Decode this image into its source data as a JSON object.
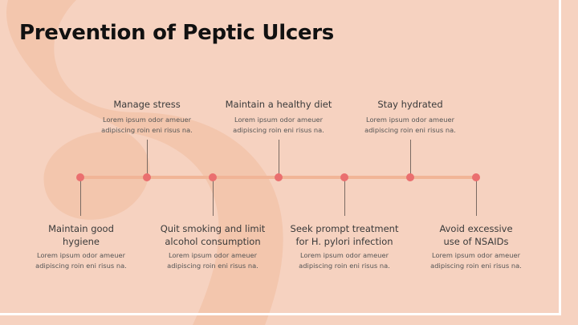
{
  "slide": {
    "title": "Prevention of Peptic Ulcers"
  },
  "colors": {
    "background": "#f6d2c0",
    "accent_blob": "#f1c2a7",
    "timeline": "#f1b597",
    "dot": "#ea6f6f",
    "frame": "#ffffff"
  },
  "milestones": {
    "top": [
      {
        "title": "Manage stress",
        "desc": "Lorem ipsum odor ameuer adipiscing roin eni risus na."
      },
      {
        "title": "Maintain a healthy diet",
        "desc": "Lorem ipsum odor ameuer adipiscing roin eni risus na."
      },
      {
        "title": "Stay hydrated",
        "desc": "Lorem ipsum odor ameuer adipiscing roin eni risus na."
      }
    ],
    "bottom": [
      {
        "title": "Maintain good hygiene",
        "desc": "Lorem ipsum odor ameuer adipiscing roin eni risus na."
      },
      {
        "title": "Quit smoking and limit alcohol consumption",
        "desc": "Lorem ipsum odor ameuer adipiscing roin eni risus na."
      },
      {
        "title": "Seek prompt treatment for H. pylori infection",
        "desc": "Lorem ipsum odor ameuer adipiscing roin eni risus na."
      },
      {
        "title": "Avoid excessive use of NSAIDs",
        "desc": "Lorem ipsum odor ameuer adipiscing roin eni risus na."
      }
    ]
  }
}
